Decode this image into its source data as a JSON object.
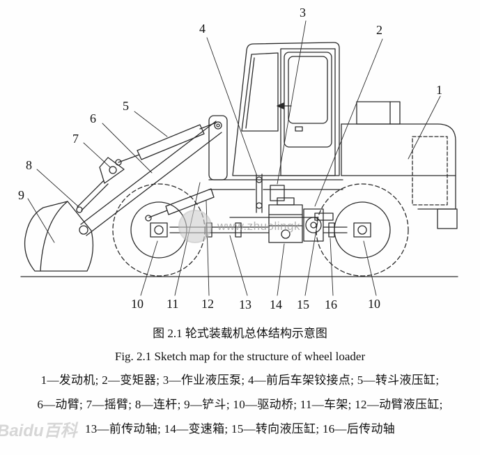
{
  "figure": {
    "caption_zh": "图 2.1 轮式装载机总体结构示意图",
    "caption_en": "Fig. 2.1 Sketch map for the structure of wheel loader",
    "legend_line1": "1—发动机; 2—变矩器; 3—作业液压泵; 4—前后车架铰接点; 5—转斗液压缸;",
    "legend_line2": "6—动臂; 7—摇臂; 8—连杆; 9—铲斗; 10—驱动桥; 11—车架; 12—动臂液压缸;",
    "legend_line3": "13—前传动轴; 14—变速箱; 15—转向液压缸; 16—后传动轴"
  },
  "callouts": {
    "engine": "1",
    "torque_converter": "2",
    "work_pump": "3",
    "hinge_point": "4",
    "tilt_cylinder": "5",
    "boom": "6",
    "rocker": "7",
    "link": "8",
    "bucket": "9",
    "front_axle": "10",
    "frame": "11",
    "boom_cylinder": "12",
    "front_drive_shaft": "13",
    "gearbox": "14",
    "steering_cylinder": "15",
    "rear_drive_shaft": "16",
    "rear_axle": "10"
  },
  "watermarks": {
    "center": "www.zhuolingk",
    "corner": "Baidu百科"
  },
  "colors": {
    "line": "#2a2a2a",
    "text": "#101010"
  }
}
